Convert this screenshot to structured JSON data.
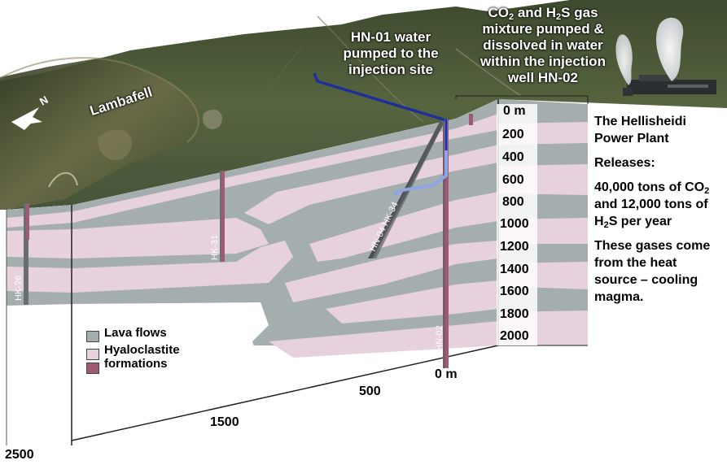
{
  "place_name": "Lambafell",
  "annotation_water": [
    "HN-01 water",
    "pumped to the",
    "injection site"
  ],
  "annotation_gas": {
    "line1_prefix": "CO",
    "line1_sub1": "2",
    "line1_mid": " and H",
    "line1_sub2": "2",
    "line1_suffix": "S gas",
    "line2": "mixture pumped &",
    "line3": "dissolved in water",
    "line4": "within the injection",
    "line5": "well HN-02"
  },
  "depth_scale": [
    "0 m",
    "200",
    "400",
    "600",
    "800",
    "1000",
    "1200",
    "1400",
    "1600",
    "1800",
    "2000"
  ],
  "distance_scale": [
    "0 m",
    "500",
    "1500",
    "2500"
  ],
  "wells": [
    "HK-26",
    "HK-31",
    "HN-04 HK-34",
    "HN-02"
  ],
  "legend": {
    "lava": "Lava flows",
    "hyalo_1": "Hyaloclastite",
    "hyalo_2": "formations"
  },
  "infobox": {
    "title": "The Hellisheidi Power Plant",
    "releases": "Releases:",
    "amount_a": "40,000 tons of CO",
    "amount_sub1": "2",
    "amount_b": " and 12,000 tons of H",
    "amount_sub2": "2",
    "amount_c": "S per year",
    "gases": "These gases come from the heat source – cooling magma."
  },
  "colors": {
    "lava": "#a4aeae",
    "hyaloclastite": "#e6d1dc",
    "well": "#a05a74",
    "pipe_dark": "#1f2f9a",
    "pipe_light": "#8da4e6",
    "terrain": "#4a5a3a"
  }
}
